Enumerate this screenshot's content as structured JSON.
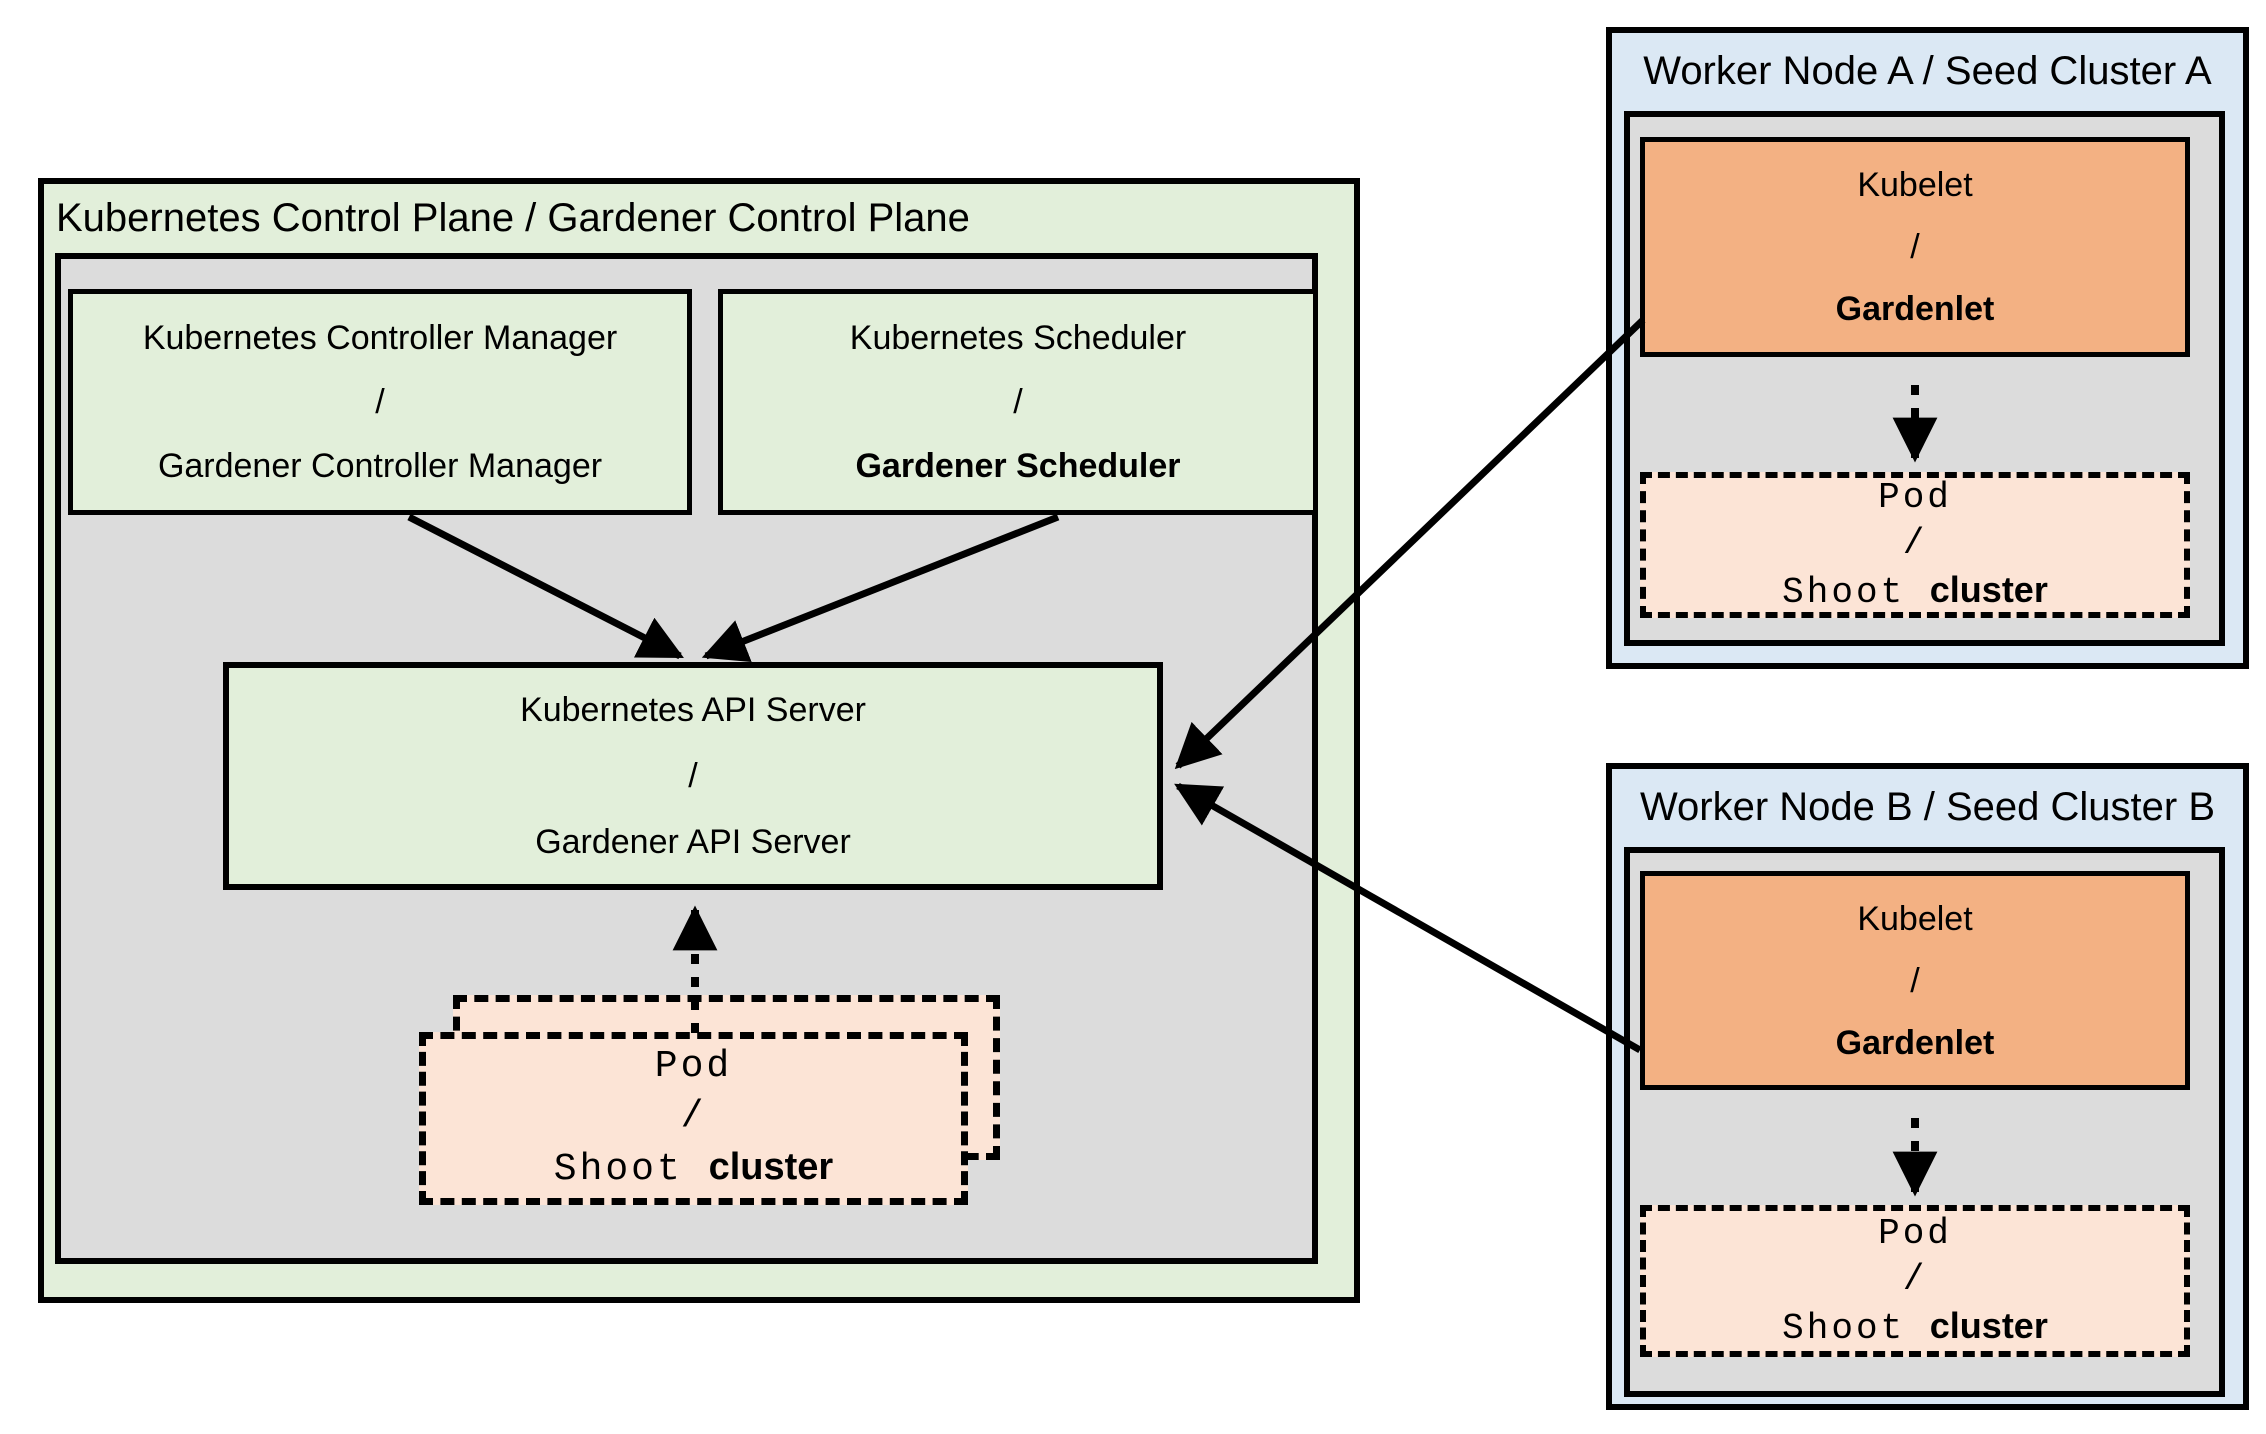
{
  "diagram": {
    "control_plane": {
      "title": "Kubernetes Control Plane / Gardener Control Plane",
      "controller_manager": {
        "line1": "Kubernetes Controller Manager",
        "line2": "/",
        "line3": "Gardener Controller Manager"
      },
      "scheduler": {
        "line1": "Kubernetes Scheduler",
        "line2": "/",
        "line3": "Gardener Scheduler"
      },
      "api_server": {
        "line1": "Kubernetes API Server",
        "line2": "/",
        "line3": "Gardener API Server"
      },
      "pod_stack": {
        "line1": "Pod",
        "line2": "/",
        "shoot": "Shoot",
        "cluster": "cluster"
      }
    },
    "worker_a": {
      "title": "Worker Node A / Seed Cluster A",
      "kubelet": {
        "line1": "Kubelet",
        "line2": "/",
        "line3": "Gardenlet"
      },
      "pod": {
        "line1": "Pod",
        "line2": "/",
        "shoot": "Shoot",
        "cluster": "cluster"
      }
    },
    "worker_b": {
      "title": "Worker Node B / Seed Cluster B",
      "kubelet": {
        "line1": "Kubelet",
        "line2": "/",
        "line3": "Gardenlet"
      },
      "pod": {
        "line1": "Pod",
        "line2": "/",
        "shoot": "Shoot",
        "cluster": "cluster"
      }
    },
    "colors": {
      "box_green": "#e2efda",
      "box_gray": "#dcdcdc",
      "box_blue": "#dbe8f4",
      "box_orange": "#f3b183",
      "box_peach": "#fce4d6",
      "line_black": "#000000",
      "background": "#ffffff"
    }
  }
}
